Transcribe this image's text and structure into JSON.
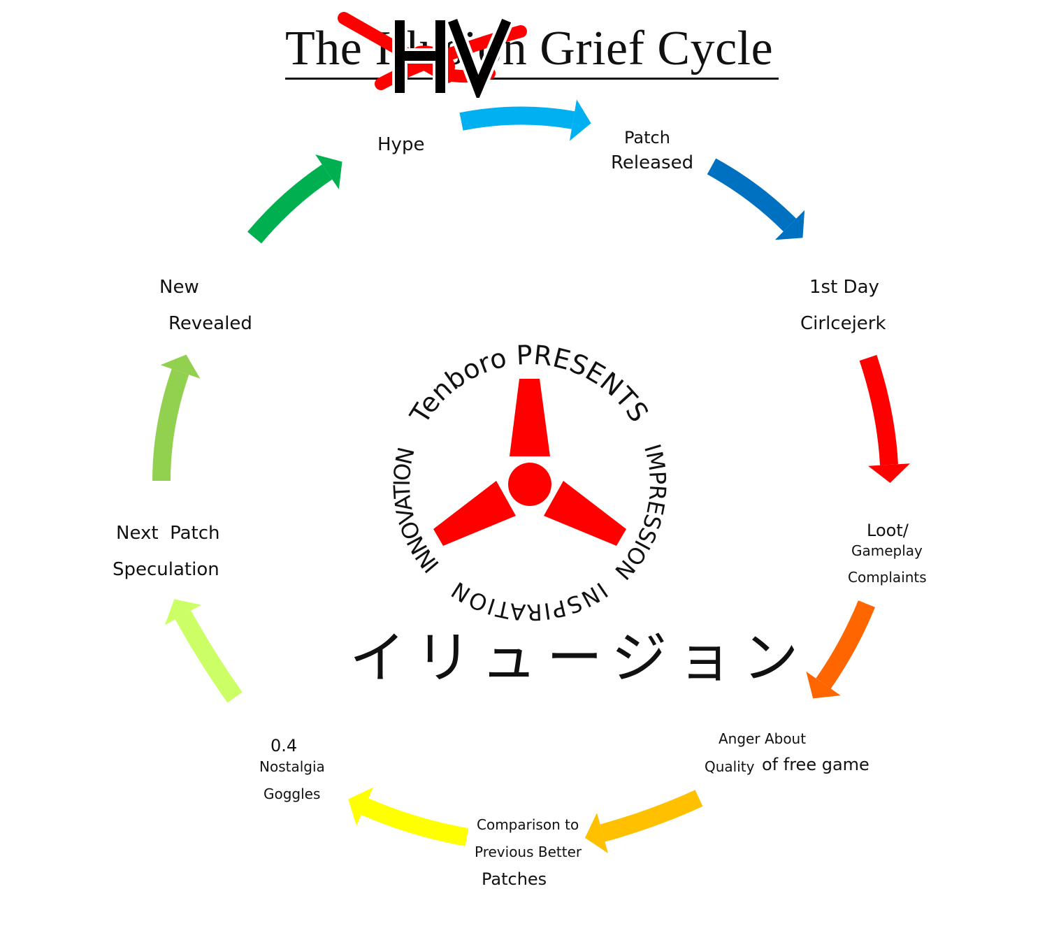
{
  "title": {
    "text": "The Illusion Grief Cycle",
    "overlay": "HV"
  },
  "colors": {
    "logo_red": "#ff0000",
    "strike_red": "#ff0000"
  },
  "logo": {
    "top": "Tenboro PRESENTS",
    "right": "IMPRESSION",
    "bottom": "INSPIRATION",
    "left": "INNOVATION",
    "japanese": "イリュージョン"
  },
  "stages": [
    {
      "lines": [
        "Hype"
      ]
    },
    {
      "lines": [
        "Patch",
        "Released"
      ]
    },
    {
      "lines": [
        "1st Day",
        "Cirlcejerk"
      ]
    },
    {
      "lines": [
        "Loot/",
        "Gameplay",
        "Complaints"
      ]
    },
    {
      "lines": [
        "Anger About",
        "Quality",
        "of free game"
      ]
    },
    {
      "lines": [
        "Comparison to",
        "Previous Better",
        "Patches"
      ]
    },
    {
      "lines": [
        "0.4",
        "Nostalgia",
        "Goggles"
      ]
    },
    {
      "lines": [
        "Next  Patch",
        "Speculation"
      ]
    },
    {
      "lines": [
        "New",
        "Revealed"
      ]
    }
  ],
  "arrows": [
    {
      "from": "Hype",
      "to": "Patch Released",
      "color": "#00b0f0"
    },
    {
      "from": "Patch Released",
      "to": "1st Day Cirlcejerk",
      "color": "#0070c0"
    },
    {
      "from": "1st Day Cirlcejerk",
      "to": "Loot/Gameplay Complaints",
      "color": "#ff0000"
    },
    {
      "from": "Loot/Gameplay Complaints",
      "to": "Anger About Quality",
      "color": "#ff6600"
    },
    {
      "from": "Anger About Quality",
      "to": "Comparison",
      "color": "#ffc000"
    },
    {
      "from": "Comparison",
      "to": "0.4 Nostalgia Goggles",
      "color": "#ffff00"
    },
    {
      "from": "0.4 Nostalgia Goggles",
      "to": "Next Patch Speculation",
      "color": "#ccff66"
    },
    {
      "from": "Next Patch Speculation",
      "to": "New Revealed",
      "color": "#92d050"
    },
    {
      "from": "New Revealed",
      "to": "Hype",
      "color": "#00b050"
    }
  ]
}
